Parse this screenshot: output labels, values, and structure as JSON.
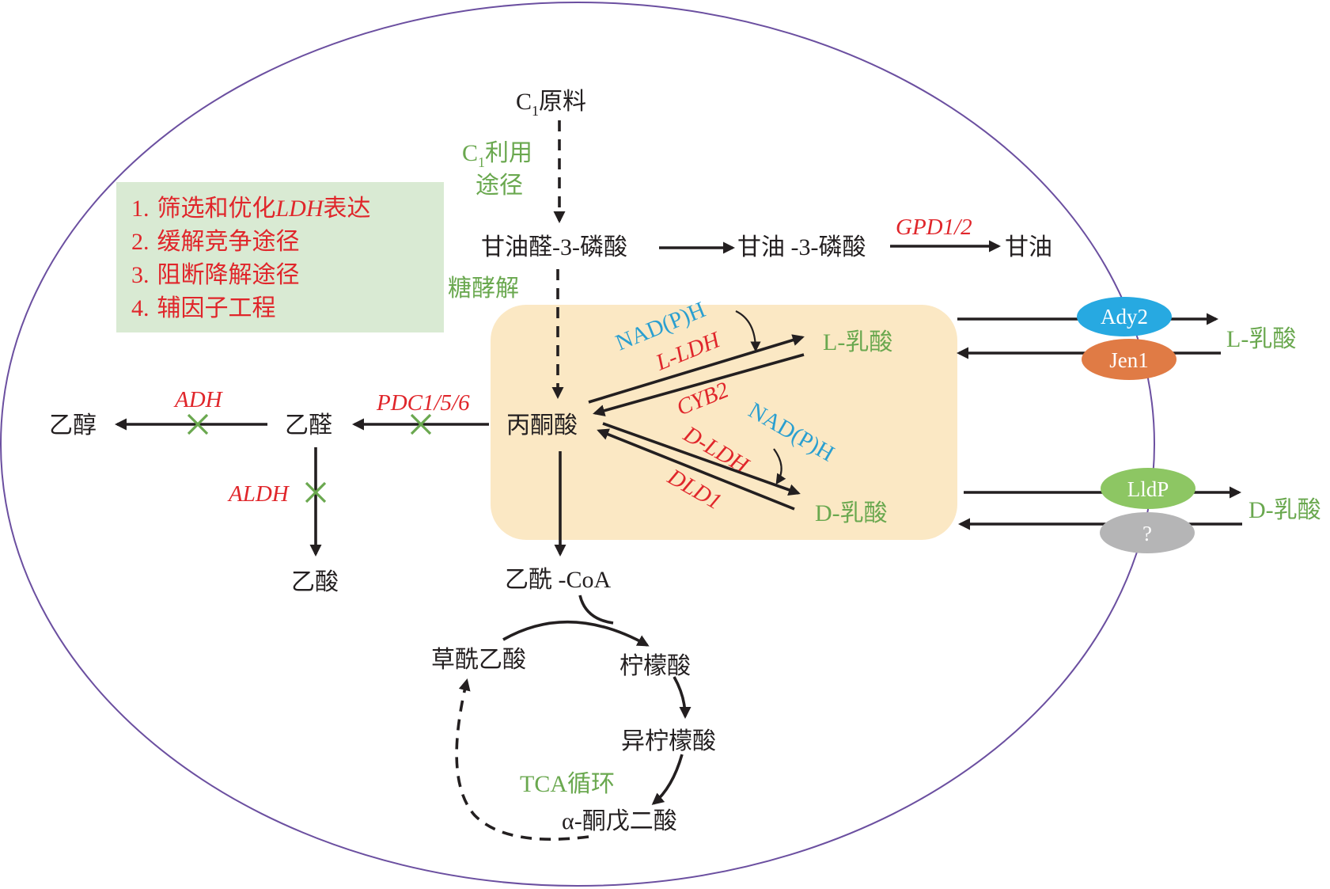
{
  "strategies": {
    "items": [
      {
        "num": "1.",
        "text_pre": "筛选和优化",
        "text_italic": "LDH",
        "text_post": "表达"
      },
      {
        "num": "2.",
        "text_pre": "缓解竞争途径",
        "text_italic": "",
        "text_post": ""
      },
      {
        "num": "3.",
        "text_pre": "阻断降解途径",
        "text_italic": "",
        "text_post": ""
      },
      {
        "num": "4.",
        "text_pre": "辅因子工程",
        "text_italic": "",
        "text_post": ""
      }
    ],
    "box_color": "#d9ead3",
    "text_color": "#e0262b"
  },
  "nodes": {
    "c1_feed": {
      "main": "C",
      "sub": "1",
      "rest": "原料"
    },
    "c1_pathway": {
      "main": "C",
      "sub": "1",
      "rest": "利用",
      "line2": "途径"
    },
    "g3p": "甘油醛-3-磷酸",
    "gly3p": "甘油 -3-磷酸",
    "glycerol": "甘油",
    "glycolysis": "糖酵解",
    "pyruvate": "丙酮酸",
    "acetaldehyde": "乙醛",
    "ethanol": "乙醇",
    "acetate": "乙酸",
    "acetyl_coa": "乙酰 -CoA",
    "oxaloacetate": "草酰乙酸",
    "citrate": "柠檬酸",
    "isocitrate": "异柠檬酸",
    "akg": "α-酮戊二酸",
    "tca": "TCA循环",
    "l_lactate_in": "L-乳酸",
    "d_lactate_in": "D-乳酸",
    "l_lactate_out": "L-乳酸",
    "d_lactate_out": "D-乳酸"
  },
  "enzymes": {
    "gpd": "GPD1/2",
    "adh": "ADH",
    "pdc": "PDC1/5/6",
    "aldh": "ALDH",
    "l_ldh": "L-LDH",
    "cyb2": "CYB2",
    "d_ldh": "D-LDH",
    "dld1": "DLD1"
  },
  "cofactors": {
    "nadph_l": "NAD(P)H",
    "nadph_d": "NAD(P)H"
  },
  "transporters": [
    {
      "label": "Ady2",
      "color": "#27a9e1"
    },
    {
      "label": "Jen1",
      "color": "#e07b45"
    },
    {
      "label": "LldP",
      "color": "#8dc663"
    },
    {
      "label": "?",
      "color": "#b5b5b6"
    }
  ],
  "colors": {
    "cell_membrane": "#6b4fa0",
    "lactate_region": "#fbe8c4",
    "blocked_mark": "#6aa84f",
    "metabolite": "#231f20",
    "product": "#6aa84f",
    "enzyme": "#e0262b",
    "cofactor": "#2a9fd0"
  }
}
